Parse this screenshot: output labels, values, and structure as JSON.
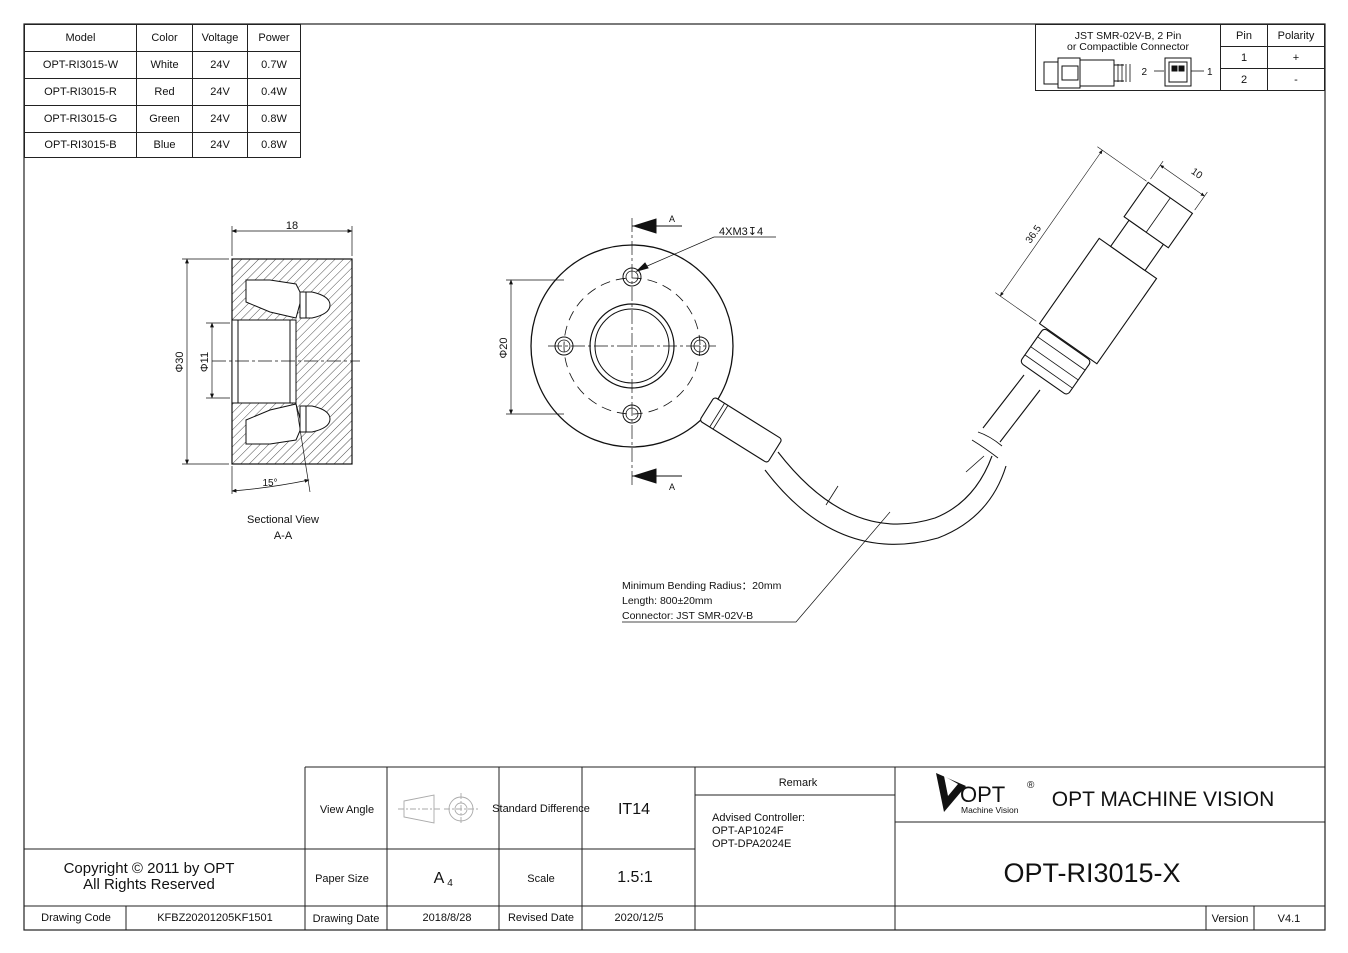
{
  "model_table": {
    "headers": [
      "Model",
      "Color",
      "Voltage",
      "Power"
    ],
    "rows": [
      [
        "OPT-RI3015-W",
        "White",
        "24V",
        "0.7W"
      ],
      [
        "OPT-RI3015-R",
        "Red",
        "24V",
        "0.4W"
      ],
      [
        "OPT-RI3015-G",
        "Green",
        "24V",
        "0.8W"
      ],
      [
        "OPT-RI3015-B",
        "Blue",
        "24V",
        "0.8W"
      ]
    ]
  },
  "connector_table": {
    "title_line1": "JST SMR-02V-B, 2 Pin",
    "title_line2": "or Compactible Connector",
    "pin_header": "Pin",
    "polarity_header": "Polarity",
    "rows": [
      [
        "1",
        "+"
      ],
      [
        "2",
        "-"
      ]
    ],
    "pin_label_2": "2",
    "pin_label_1": "1"
  },
  "section_view": {
    "dim_width": "18",
    "dim_outer": "Φ30",
    "dim_inner": "Φ11",
    "dim_angle": "15°",
    "caption_line1": "Sectional View",
    "caption_line2": "A-A"
  },
  "front_view": {
    "dim_bolt_circle": "Φ20",
    "hole_callout": "4XM3↧4",
    "section_marker_top": "A",
    "section_marker_bottom": "A"
  },
  "cable": {
    "dim_connector_length": "36.5",
    "dim_connector_width": "10",
    "note_bend": "Minimum Bending Radius：20mm",
    "note_length": "Length: 800±20mm",
    "note_connector": "Connector: JST SMR-02V-B"
  },
  "title_block": {
    "copyright_line1": "Copyright © 2011 by OPT",
    "copyright_line2": "All Rights Reserved",
    "drawing_code_label": "Drawing Code",
    "drawing_code": "KFBZ20201205KF1501",
    "view_angle_label": "View Angle",
    "standard_difference_label": "Standard Difference",
    "standard_difference": "IT14",
    "paper_size_label": "Paper Size",
    "paper_size": "A",
    "paper_size_sub": "4",
    "scale_label": "Scale",
    "scale": "1.5:1",
    "drawing_date_label": "Drawing Date",
    "drawing_date": "2018/8/28",
    "revised_date_label": "Revised Date",
    "revised_date": "2020/12/5",
    "remark_label": "Remark",
    "remark_line1": "Advised Controller:",
    "remark_line2": "OPT-AP1024F",
    "remark_line3": "OPT-DPA2024E",
    "logo_text": "OPT",
    "logo_reg": "®",
    "logo_sub": "Machine Vision",
    "company": "OPT MACHINE VISION",
    "part_number": "OPT-RI3015-X",
    "version_label": "Version",
    "version": "V4.1"
  }
}
